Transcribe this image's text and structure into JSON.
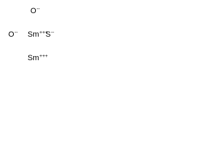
{
  "ions": [
    {
      "id": "oxide-1",
      "symbol": "O",
      "charge": "--"
    },
    {
      "id": "oxide-2",
      "symbol": "O",
      "charge": "--"
    },
    {
      "id": "samarium-1",
      "symbol": "Sm",
      "charge": "+++"
    },
    {
      "id": "sulfide",
      "symbol": "S",
      "charge": "--"
    },
    {
      "id": "samarium-2",
      "symbol": "Sm",
      "charge": "+++"
    }
  ]
}
